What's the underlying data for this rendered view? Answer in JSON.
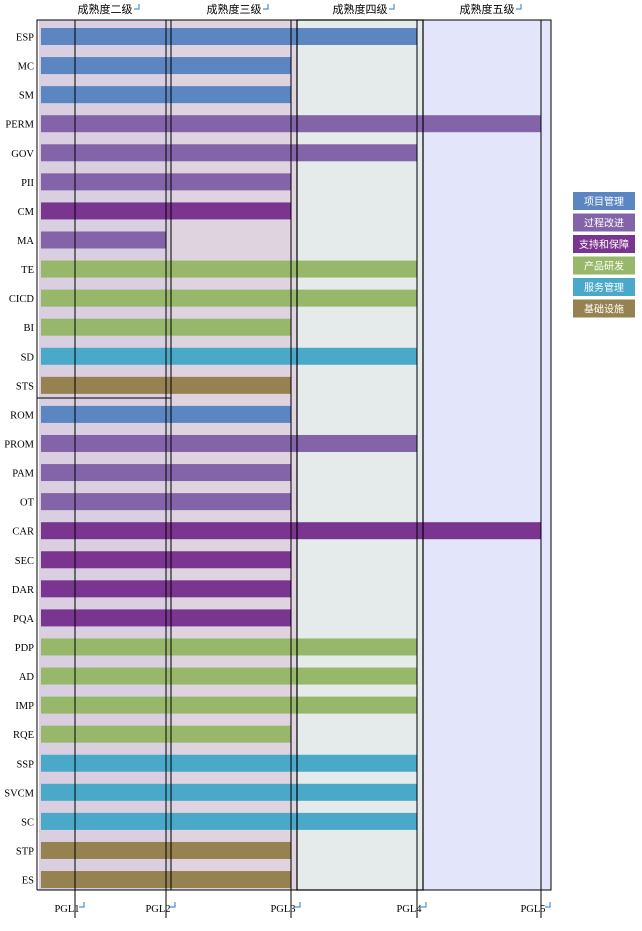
{
  "chart_data": {
    "type": "bar",
    "orientation": "horizontal",
    "title": "",
    "level_headers": [
      "成熟度二级",
      "成熟度三级",
      "成熟度四级",
      "成熟度五级"
    ],
    "x_ticks": [
      "PGL1",
      "PGL2",
      "PGL3",
      "PGL4",
      "PGL5"
    ],
    "categories": [
      "ESP",
      "MC",
      "SM",
      "PERM",
      "GOV",
      "PII",
      "CM",
      "MA",
      "TE",
      "CICD",
      "BI",
      "SD",
      "STS",
      "ROM",
      "PROM",
      "PAM",
      "OT",
      "CAR",
      "SEC",
      "DAR",
      "PQA",
      "PDP",
      "AD",
      "IMP",
      "RQE",
      "SSP",
      "SVCM",
      "SC",
      "STP",
      "ES"
    ],
    "values": [
      4,
      3,
      3,
      5,
      4,
      3,
      3,
      2,
      4,
      4,
      3,
      4,
      3,
      3,
      4,
      3,
      3,
      5,
      3,
      3,
      3,
      4,
      4,
      4,
      3,
      4,
      4,
      4,
      3,
      3
    ],
    "groups": [
      "项目管理",
      "项目管理",
      "项目管理",
      "过程改进",
      "过程改进",
      "过程改进",
      "支持和保障",
      "过程改进",
      "产品研发",
      "产品研发",
      "产品研发",
      "服务管理",
      "基础设施",
      "项目管理",
      "过程改进",
      "过程改进",
      "过程改进",
      "支持和保障",
      "支持和保障",
      "支持和保障",
      "支持和保障",
      "产品研发",
      "产品研发",
      "产品研发",
      "产品研发",
      "服务管理",
      "服务管理",
      "服务管理",
      "基础设施",
      "基础设施"
    ],
    "xlim": [
      1,
      5
    ],
    "legend": {
      "placement": "right",
      "items": [
        {
          "name": "项目管理",
          "color": "#5b86c2"
        },
        {
          "name": "过程改进",
          "color": "#8464a8"
        },
        {
          "name": "支持和保障",
          "color": "#7a3590"
        },
        {
          "name": "产品研发",
          "color": "#97b86a"
        },
        {
          "name": "服务管理",
          "color": "#4aa8c8"
        },
        {
          "name": "基础设施",
          "color": "#968250"
        }
      ]
    },
    "band_colors": [
      "#d9cfe0",
      "#dfd3e0",
      "#e5eaea",
      "#e3e6fa"
    ]
  }
}
